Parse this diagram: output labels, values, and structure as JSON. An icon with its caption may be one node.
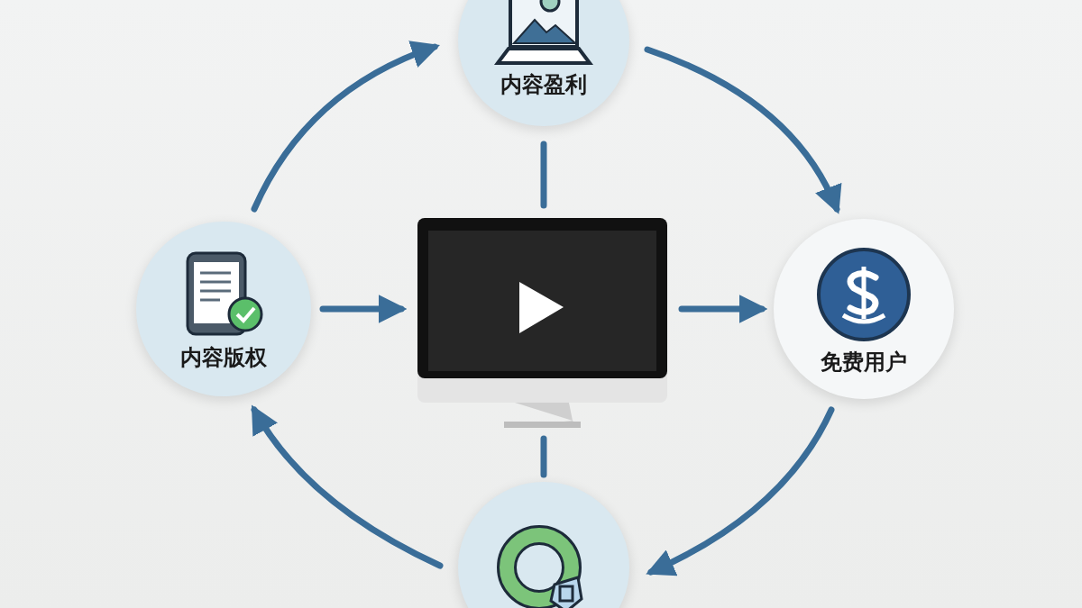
{
  "diagram": {
    "nodes": [
      {
        "text": [
          "内容盈利"
        ]
      },
      {
        "text": [
          "内容版权"
        ]
      },
      {
        "text": [],
        "shape": "picture"
      },
      {
        "text": [
          "免费用户"
        ]
      },
      {
        "text": [],
        "shape": "circle"
      }
    ],
    "edges": [
      {
        "from": 1,
        "to": 0,
        "arrow": "to"
      },
      {
        "from": 0,
        "to": 3,
        "arrow": "to"
      },
      {
        "from": 3,
        "to": 4,
        "arrow": "to"
      },
      {
        "from": 4,
        "to": 1,
        "arrow": "to"
      },
      {
        "from": 1,
        "to": 2,
        "arrow": "to"
      },
      {
        "from": 2,
        "to": 3,
        "arrow": "to"
      },
      {
        "from": 0,
        "to": 2,
        "arrow": "none"
      },
      {
        "from": 2,
        "to": 4,
        "arrow": "none"
      }
    ]
  }
}
